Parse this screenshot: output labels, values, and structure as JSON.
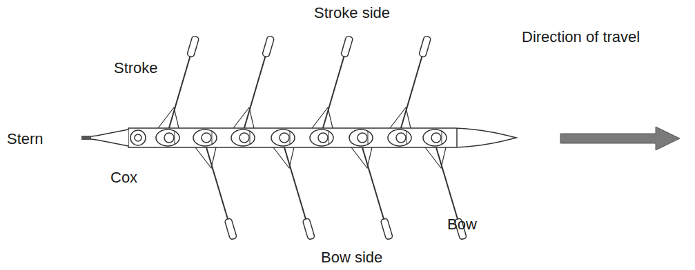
{
  "diagram": {
    "labels": [
      "Stroke side",
      "Stroke",
      "Direction of travel",
      "Stern",
      "Cox",
      "Bow",
      "Bow side"
    ]
  }
}
